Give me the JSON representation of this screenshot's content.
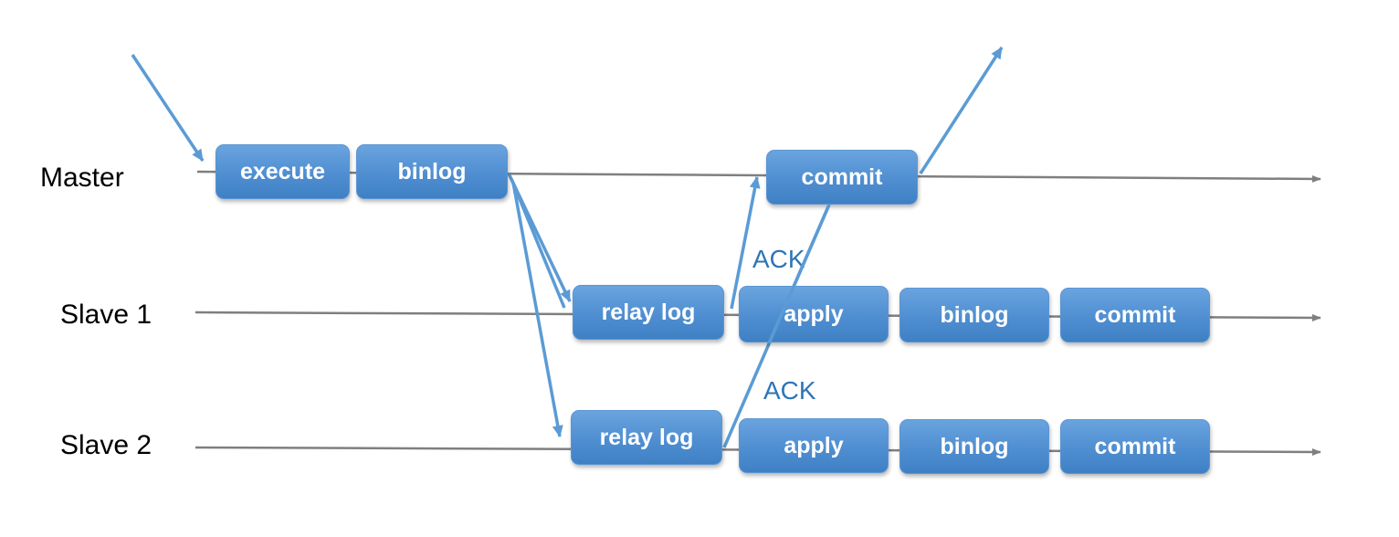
{
  "rows": {
    "master": "Master",
    "slave1": "Slave 1",
    "slave2": "Slave 2"
  },
  "master_steps": {
    "execute": "execute",
    "binlog": "binlog",
    "commit": "commit"
  },
  "slave1_steps": {
    "relay_log": "relay log",
    "apply": "apply",
    "binlog": "binlog",
    "commit": "commit"
  },
  "slave2_steps": {
    "relay_log": "relay log",
    "apply": "apply",
    "binlog": "binlog",
    "commit": "commit"
  },
  "acks": {
    "slave1": "ACK",
    "slave2": "ACK"
  },
  "colors": {
    "box_fill": "#5b9bd5",
    "arrow_blue": "#5b9bd5",
    "timeline_gray": "#7f7f7f",
    "ack_text": "#2e75b6"
  }
}
